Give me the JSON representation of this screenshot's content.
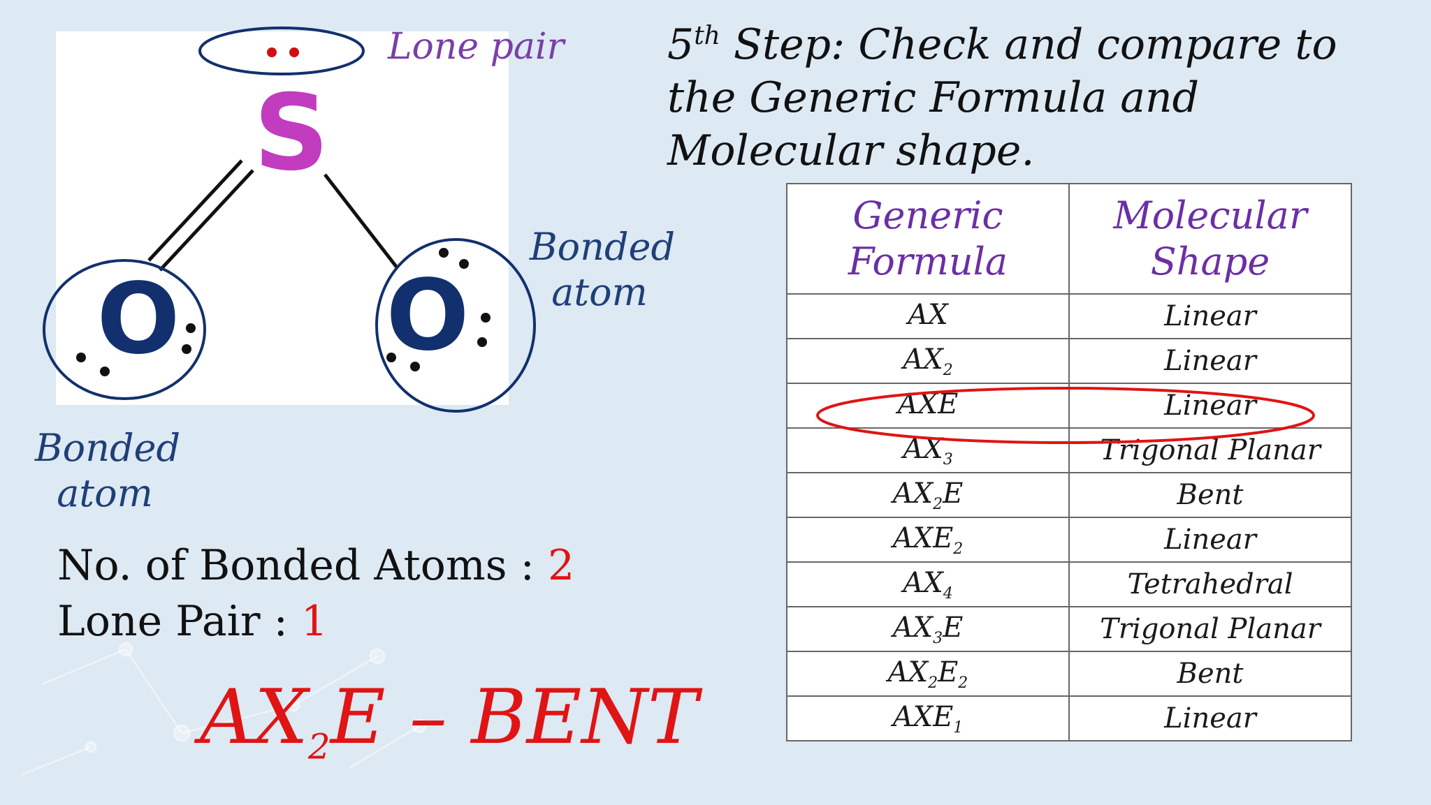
{
  "diagram": {
    "central_atom": "S",
    "bonded_atom_left": "O",
    "bonded_atom_right": "O",
    "lone_pair_label": "Lone pair",
    "bonded_atom_label_right": "Bonded atom",
    "bonded_atom_label_left": "Bonded atom"
  },
  "info": {
    "bonded_atoms_label": "No. of Bonded Atoms : ",
    "bonded_atoms_value": "2",
    "lone_pair_label": "Lone Pair : ",
    "lone_pair_value": "1"
  },
  "result": {
    "formula_a": "AX",
    "formula_sub": "2",
    "formula_b": "E",
    "separator": " – ",
    "shape": "BENT"
  },
  "heading": {
    "step_number": "5",
    "step_suffix": "th",
    "text": " Step: Check and compare to the Generic Formula and Molecular shape."
  },
  "table": {
    "headers": [
      "Generic Formula",
      "Molecular Shape"
    ],
    "rows": [
      {
        "f": "AX",
        "fs1": "",
        "e": "",
        "fs2": "",
        "shape": "Linear"
      },
      {
        "f": "AX",
        "fs1": "2",
        "e": "",
        "fs2": "",
        "shape": "Linear"
      },
      {
        "f": "AXE",
        "fs1": "",
        "e": "",
        "fs2": "",
        "shape": "Linear"
      },
      {
        "f": "AX",
        "fs1": "3",
        "e": "",
        "fs2": "",
        "shape": "Trigonal Planar"
      },
      {
        "f": "AX",
        "fs1": "2",
        "e": "E",
        "fs2": "",
        "shape": "Bent"
      },
      {
        "f": "AXE",
        "fs1": "",
        "e": "",
        "fs2": "2",
        "shape": "Linear"
      },
      {
        "f": "AX",
        "fs1": "4",
        "e": "",
        "fs2": "",
        "shape": "Tetrahedral"
      },
      {
        "f": "AX",
        "fs1": "3",
        "e": "E",
        "fs2": "",
        "shape": "Trigonal Planar"
      },
      {
        "f": "AX",
        "fs1": "2",
        "e": "E",
        "fs2": "2",
        "shape": "Bent"
      },
      {
        "f": "AXE",
        "fs1": "",
        "e": "",
        "fs2": "1",
        "shape": "Linear"
      }
    ],
    "highlighted_row": 2
  },
  "colors": {
    "accent_red": "#e01414",
    "header_purple": "#6b2fa5",
    "sulfur_magenta": "#c23cc0",
    "oxygen_navy": "#12306d"
  }
}
